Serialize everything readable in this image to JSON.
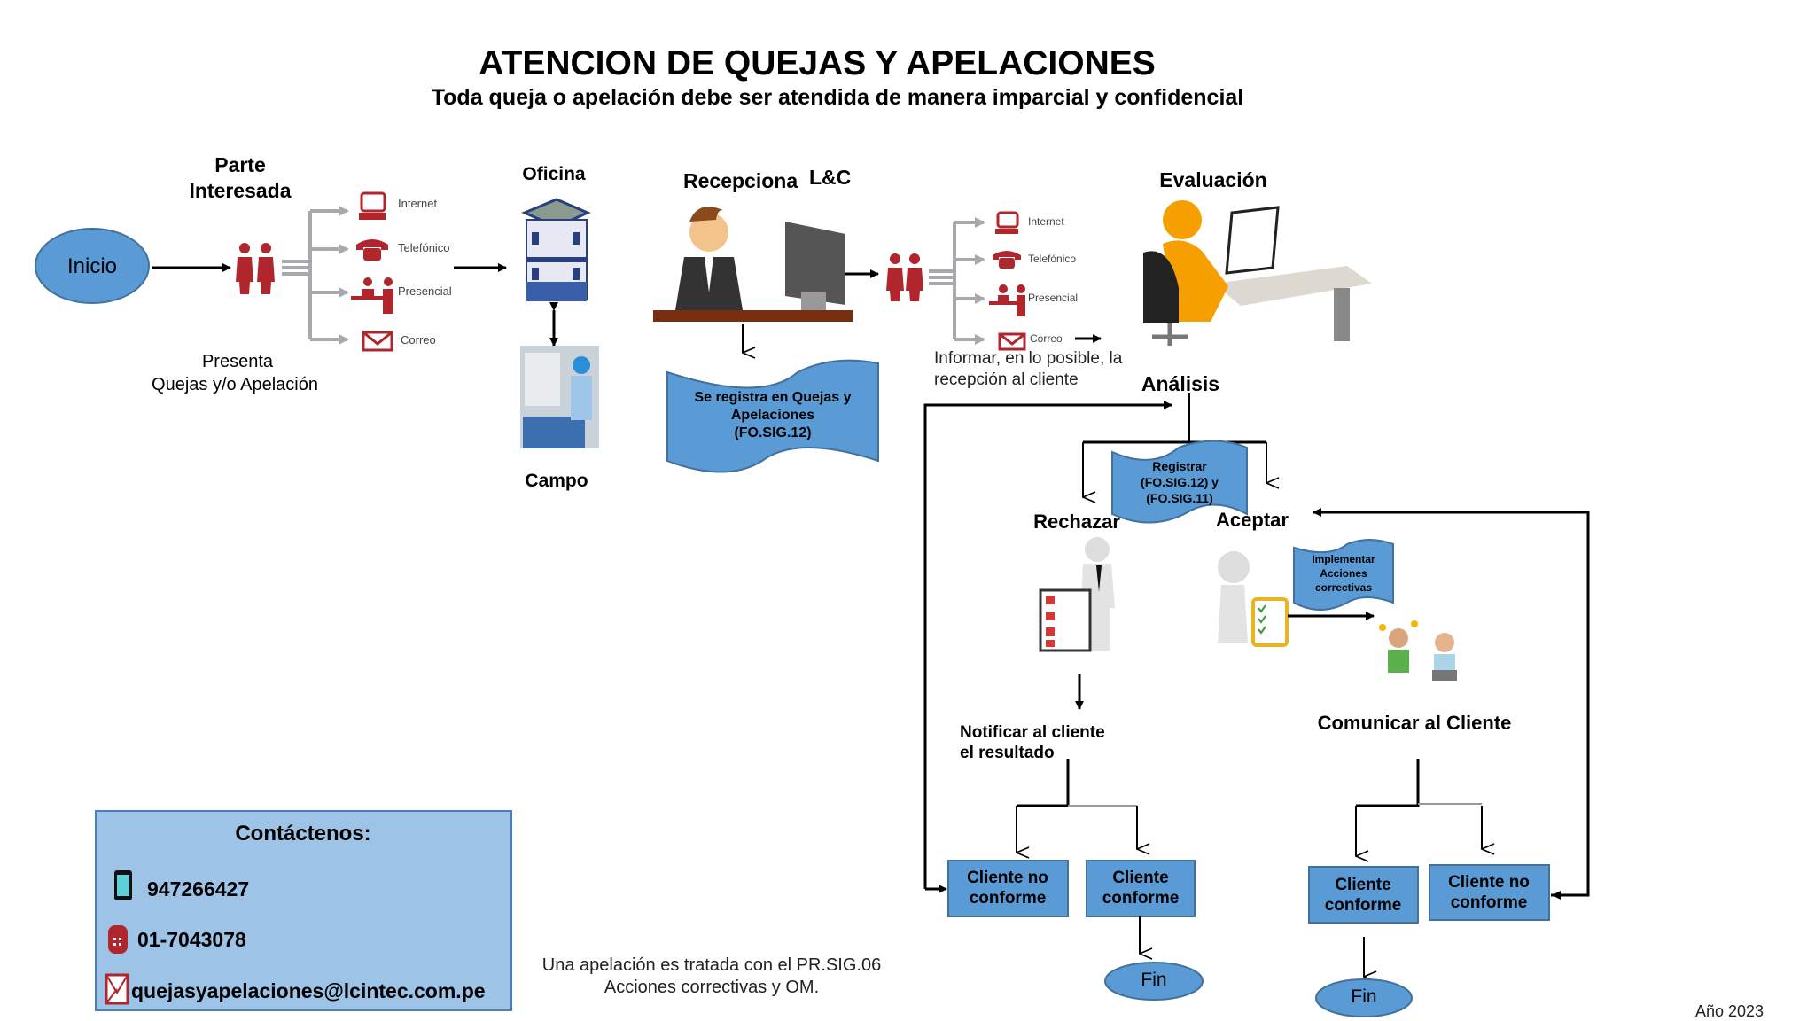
{
  "header": {
    "title": "ATENCION DE QUEJAS Y APELACIONES",
    "subtitle": "Toda queja o apelación debe ser atendida de manera imparcial y confidencial"
  },
  "flow": {
    "start": "Inicio",
    "party_label_1": "Parte",
    "party_label_2": "Interesada",
    "presenta_1": "Presenta",
    "presenta_2": "Quejas y/o Apelación",
    "channels": [
      "Internet",
      "Telefónico",
      "Presencial",
      "Correo"
    ],
    "office": "Oficina",
    "field": "Campo",
    "reception": "Recepciona",
    "reception_org": "L&C",
    "register_doc": [
      "Se registra en Quejas y",
      "Apelaciones",
      "(FO.SIG.12)"
    ],
    "inform_1": "Informar, en lo posible, la",
    "inform_2": "recepción al cliente",
    "evaluation": "Evaluación",
    "analysis": "Análisis",
    "register2_doc": [
      "Registrar",
      "(FO.SIG.12) y",
      "(FO.SIG.11)"
    ],
    "reject": "Rechazar",
    "accept": "Aceptar",
    "implement_doc": [
      "Implementar",
      "Acciones",
      "correctivas"
    ],
    "notify_1": "Notificar al cliente",
    "notify_2": "el resultado",
    "communicate": "Comunicar al Cliente",
    "left_boxes": [
      [
        "Cliente no",
        "conforme"
      ],
      [
        "Cliente",
        "conforme"
      ]
    ],
    "right_boxes": [
      [
        "Cliente",
        "conforme"
      ],
      [
        "Cliente no",
        "conforme"
      ]
    ],
    "end": "Fin"
  },
  "contact": {
    "title": "Contáctenos:",
    "mobile": "947266427",
    "phone": "01-7043078",
    "email": "quejasyapelaciones@lcintec.com.pe"
  },
  "note": {
    "line1": "Una apelación es tratada con el PR.SIG.06",
    "line2": "Acciones correctivas y OM."
  },
  "footer": {
    "year": "Año 2023"
  },
  "colors": {
    "shape_fill": "#5b9bd5",
    "shape_stroke": "#41719c",
    "contact_fill": "#9dc3e6",
    "icon_red": "#b0262c"
  }
}
